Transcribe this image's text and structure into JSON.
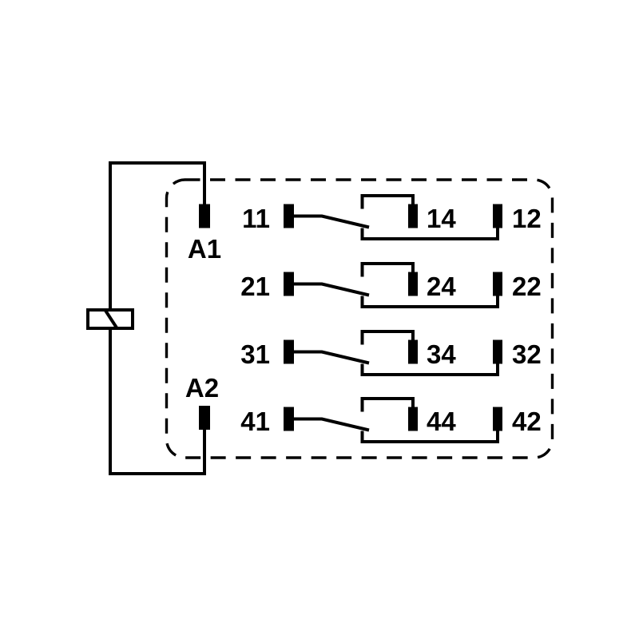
{
  "colors": {
    "ink": "#000000",
    "background": "#ffffff"
  },
  "coil": {
    "top_terminal": "A1",
    "bottom_terminal": "A2"
  },
  "contact_rows": [
    {
      "common": "11",
      "no": "14",
      "nc": "12"
    },
    {
      "common": "21",
      "no": "24",
      "nc": "22"
    },
    {
      "common": "31",
      "no": "34",
      "nc": "32"
    },
    {
      "common": "41",
      "no": "44",
      "nc": "42"
    }
  ]
}
